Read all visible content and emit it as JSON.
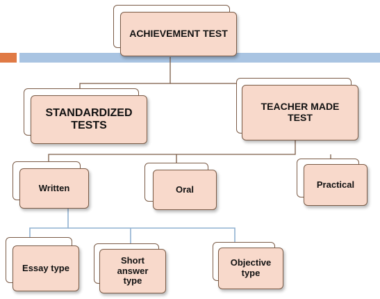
{
  "colors": {
    "box_fill": "#f8d9cb",
    "box_border": "#7a5a45",
    "connector_brown": "#7a5a45",
    "connector_blue": "#8fb0d0",
    "accent_orange": "#e07a45",
    "accent_blue": "#a9c4e2"
  },
  "nodes": {
    "root": "ACHIEVEMENT TEST",
    "standardized": "STANDARDIZED\nTESTS",
    "teacher_made": "TEACHER MADE\nTEST",
    "written": "Written",
    "oral": "Oral",
    "practical": "Practical",
    "essay": "Essay type",
    "short_answer": "Short\nanswer\ntype",
    "objective": "Objective\ntype"
  }
}
